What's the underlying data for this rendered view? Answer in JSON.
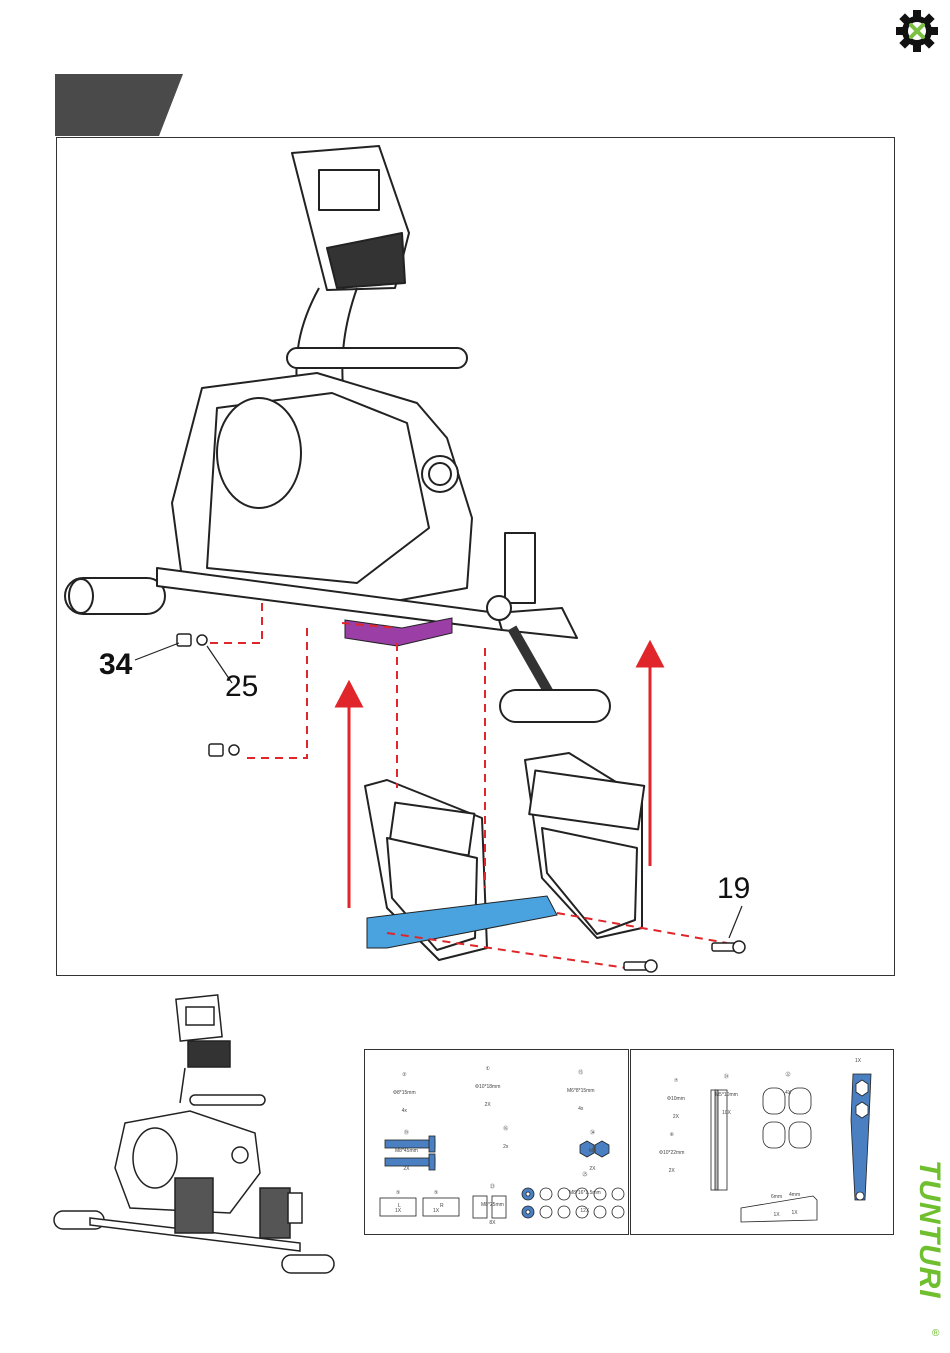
{
  "callouts": {
    "part_34": "34",
    "part_25": "25",
    "part_19": "19"
  },
  "hardware_left": {
    "items": [
      {
        "num": "②",
        "size": "Φ8*15mm",
        "qty": "4x"
      },
      {
        "num": "①",
        "size": "Φ10*18mm",
        "qty": "2X"
      },
      {
        "num": "⑮",
        "size": "M6*8*15mm",
        "qty": "4x"
      },
      {
        "num": "⑲",
        "size": "M8*45mm",
        "qty": "2X"
      },
      {
        "num": "⑯",
        "size": "",
        "qty": "2x"
      },
      {
        "num": "㉞",
        "size": "M8",
        "qty": "2X"
      },
      {
        "num": "㉕",
        "size": "M8*16*1.5mm",
        "qty": "12X"
      },
      {
        "num": "㉓",
        "size": "M8*25mm",
        "qty": "8X"
      },
      {
        "num": "⑤",
        "size": "",
        "qty": "1X",
        "label": "L"
      },
      {
        "num": "⑤",
        "size": "",
        "qty": "1X",
        "label": "R"
      }
    ]
  },
  "hardware_right": {
    "items": [
      {
        "num": "⑦",
        "size": "Φ10mm",
        "qty": "2X"
      },
      {
        "num": "⑥",
        "size": "Φ10*22mm",
        "qty": "2X"
      },
      {
        "num": "㉔",
        "size": "M5*10mm",
        "qty": "10X"
      },
      {
        "num": "㉒",
        "size": "",
        "qty": "4X"
      },
      {
        "num": "",
        "size": "",
        "qty": "1X"
      },
      {
        "num": "",
        "size": "6mm",
        "qty": "1X"
      },
      {
        "num": "",
        "size": "4mm",
        "qty": "1X"
      }
    ]
  },
  "brand": {
    "name": "TUNTURI",
    "registered": "®",
    "color": "#6fbf2f"
  },
  "colors": {
    "arrow": "#e0262a",
    "purple": "#9b3fa6",
    "blue": "#4aa3df",
    "tab": "#4a4a4a"
  },
  "icons": {
    "corner": "gear-wrench-icon"
  }
}
